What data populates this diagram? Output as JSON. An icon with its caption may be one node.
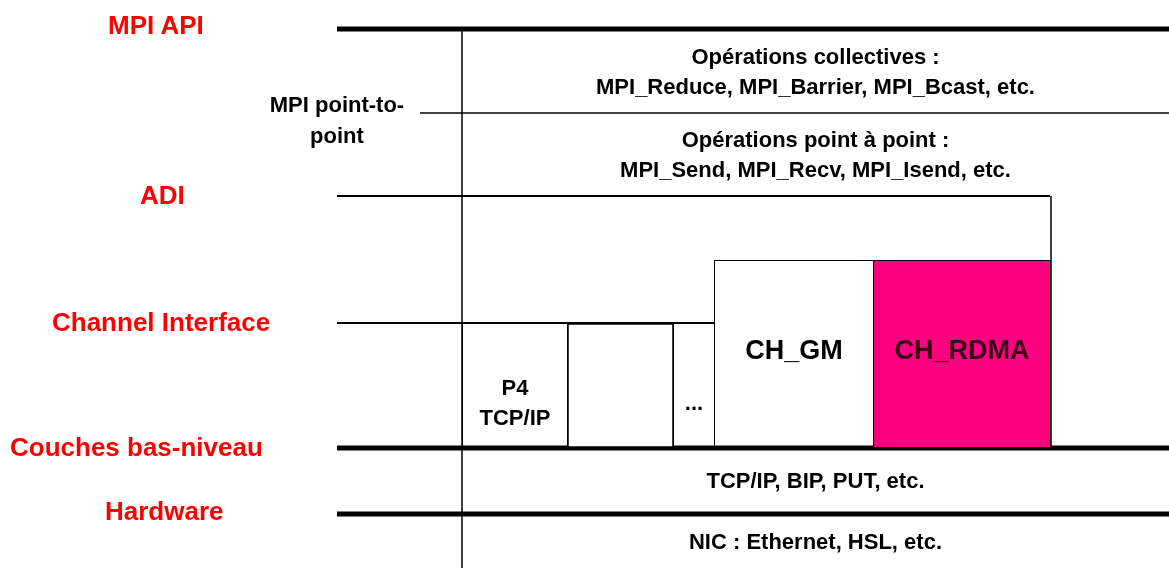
{
  "diagram": {
    "nodes": [
      {
        "text": [
          "Opérations collectives :",
          "MPI_Reduce, MPI_Barrier, MPI_Bcast, etc."
        ]
      },
      {
        "text": [
          "Opérations point à point :",
          "MPI_Send, MPI_Recv, MPI_Isend, etc."
        ]
      },
      {
        "text": [
          "P4 TCP/IP"
        ]
      },
      {
        "text": [],
        "shape": "box"
      },
      {
        "text": [
          "..."
        ]
      },
      {
        "text": [
          "CH_GM"
        ]
      },
      {
        "text": [
          "CH_RDMA"
        ]
      },
      {
        "text": [],
        "shape": "box"
      },
      {
        "text": [
          "TCP/IP, BIP, PUT, etc."
        ]
      },
      {
        "text": [
          "NIC : Ethernet, HSL, etc."
        ]
      }
    ],
    "edges": [],
    "labels": [
      "MPI API",
      "MPI point-to-point",
      "ADI",
      "Channel Interface",
      "Couches bas-niveau",
      "Hardware"
    ]
  }
}
